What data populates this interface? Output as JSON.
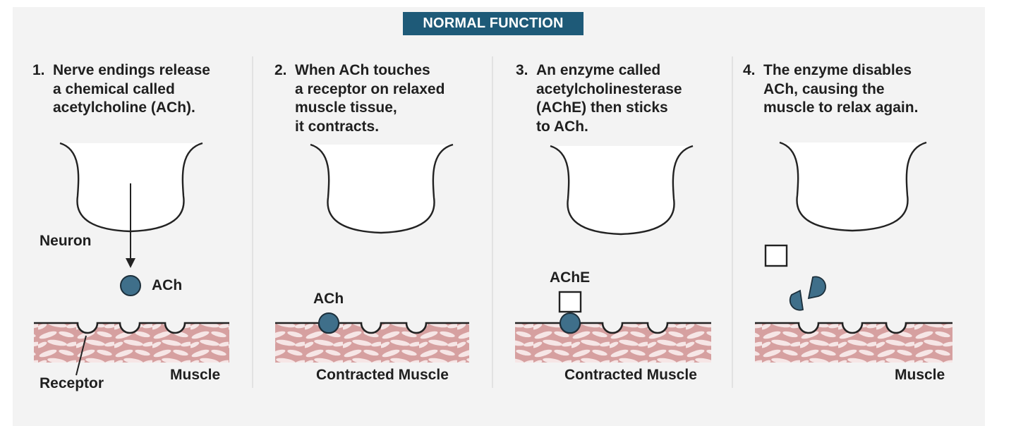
{
  "header": {
    "title": "NORMAL FUNCTION"
  },
  "steps": [
    {
      "number": "1.",
      "lines": [
        "Nerve endings release",
        "a chemical called",
        "acetylcholine (ACh)."
      ]
    },
    {
      "number": "2.",
      "lines": [
        "When ACh touches",
        "a receptor on relaxed",
        "muscle tissue,",
        "it contracts."
      ]
    },
    {
      "number": "3.",
      "lines": [
        "An enzyme called",
        "acetylcholinesterase",
        "(AChE) then sticks",
        "to ACh."
      ]
    },
    {
      "number": "4.",
      "lines": [
        "The enzyme disables",
        "ACh, causing the",
        "muscle to relax again."
      ]
    }
  ],
  "labels": {
    "neuron": "Neuron",
    "ach_1": "ACh",
    "receptor": "Receptor",
    "muscle_1": "Muscle",
    "ach_2": "ACh",
    "contracted_2": "Contracted Muscle",
    "ache_3": "AChE",
    "contracted_3": "Contracted Muscle",
    "muscle_4": "Muscle"
  },
  "colors": {
    "banner": "#1e5a78",
    "molecule": "#3f6f8a",
    "muscle": "#d6a0a0",
    "muscle_fiber": "#f6e6e6",
    "panel": "#f3f3f3"
  }
}
